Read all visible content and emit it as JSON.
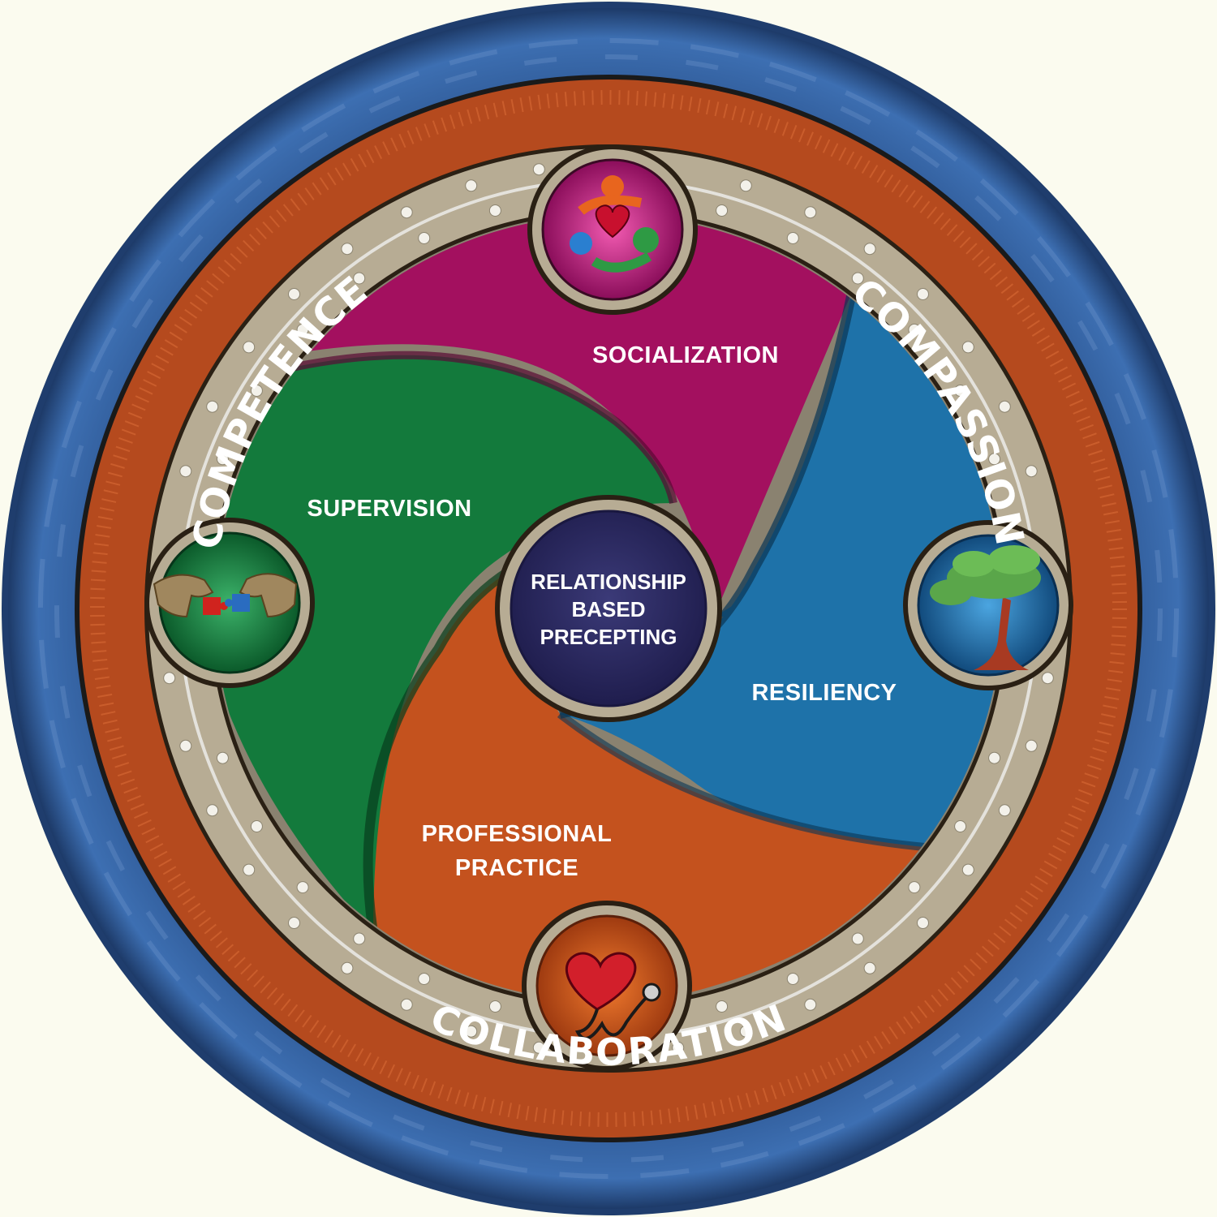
{
  "outer_ring": {
    "competence": "COMPETENCE",
    "compassion": "COMPASSION",
    "collaboration": "COLLABORATION"
  },
  "segments": {
    "socialization": "SOCIALIZATION",
    "supervision": "SUPERVISION",
    "resiliency": "RESILIENCY",
    "professional_line1": "PROFESSIONAL",
    "professional_line2": "PRACTICE"
  },
  "center": {
    "line1": "RELATIONSHIP",
    "line2": "BASED",
    "line3": "PRECEPTING"
  },
  "icons": {
    "top": "people-heart-icon",
    "left": "puzzle-hands-icon",
    "right": "tree-icon",
    "bottom": "heart-stethoscope-icon"
  },
  "colors": {
    "outer_blue": "#2e5592",
    "orange_band": "#b9481f",
    "magenta": "#a3105f",
    "green": "#137a3c",
    "blue": "#1e72a9",
    "orange": "#c4521e",
    "center": "#2c2a5e"
  }
}
